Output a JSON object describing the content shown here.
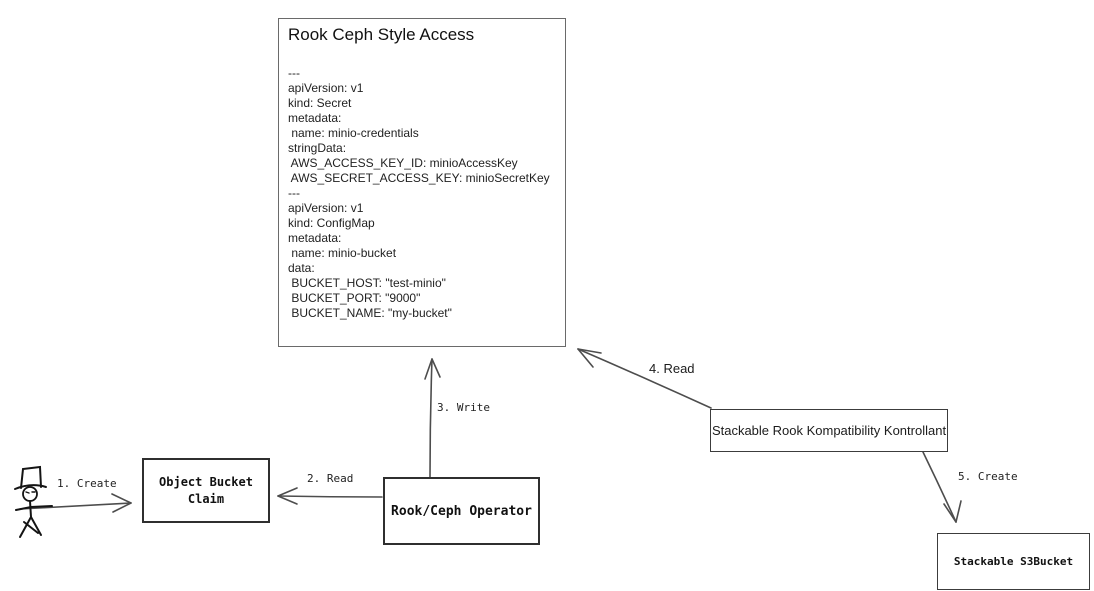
{
  "diagram": {
    "rook_box": {
      "title": "Rook Ceph Style Access",
      "yaml_lines": [
        "---",
        "apiVersion: v1",
        "kind: Secret",
        "metadata:",
        " name: minio-credentials",
        "stringData:",
        " AWS_ACCESS_KEY_ID: minioAccessKey",
        " AWS_SECRET_ACCESS_KEY: minioSecretKey",
        "---",
        "apiVersion: v1",
        "kind: ConfigMap",
        "metadata:",
        " name: minio-bucket",
        "data:",
        " BUCKET_HOST: \"test-minio\"",
        " BUCKET_PORT: \"9000\"",
        " BUCKET_NAME: \"my-bucket\""
      ]
    },
    "nodes": {
      "object_bucket_claim": {
        "label": "Object Bucket\nClaim"
      },
      "rook_ceph_operator": {
        "label": "Rook/Ceph Operator"
      },
      "stackable_kontrollant": {
        "label": "Stackable Rook Kompatibility Kontrollant"
      },
      "stackable_s3bucket": {
        "label": "Stackable S3Bucket"
      }
    },
    "edges": {
      "create_1": {
        "label": "1. Create"
      },
      "read_2": {
        "label": "2. Read"
      },
      "write_3": {
        "label": "3. Write"
      },
      "read_4": {
        "label": "4. Read"
      },
      "create_5": {
        "label": "5. Create"
      }
    },
    "actor": {
      "name": "user-stick-figure"
    },
    "colors": {
      "background": "#ffffff",
      "box_border_gray": "#6a6a6a",
      "node_border_dark": "#2f2f2f",
      "arrow_stroke": "#4d4d4d",
      "text": "#1a1a1a"
    }
  }
}
